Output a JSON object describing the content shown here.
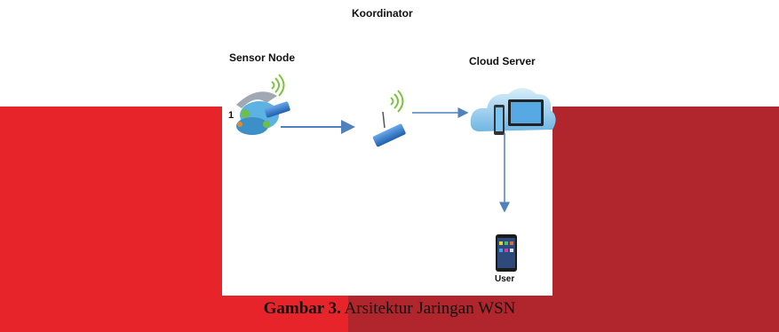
{
  "labels": {
    "koordinator": "Koordinator",
    "sensor_node": "Sensor Node",
    "cloud_server": "Cloud Server",
    "user": "User",
    "node_number": "1"
  },
  "caption": {
    "prefix": "Gambar 3.",
    "text": " Arsitektur Jaringan WSN"
  },
  "colors": {
    "band_left": "#e8242b",
    "band_right": "#b1262c",
    "arrow": "#4f81bd"
  },
  "icons": [
    "sensor-node-icon",
    "router-icon",
    "cloud-devices-icon",
    "smartphone-icon"
  ]
}
